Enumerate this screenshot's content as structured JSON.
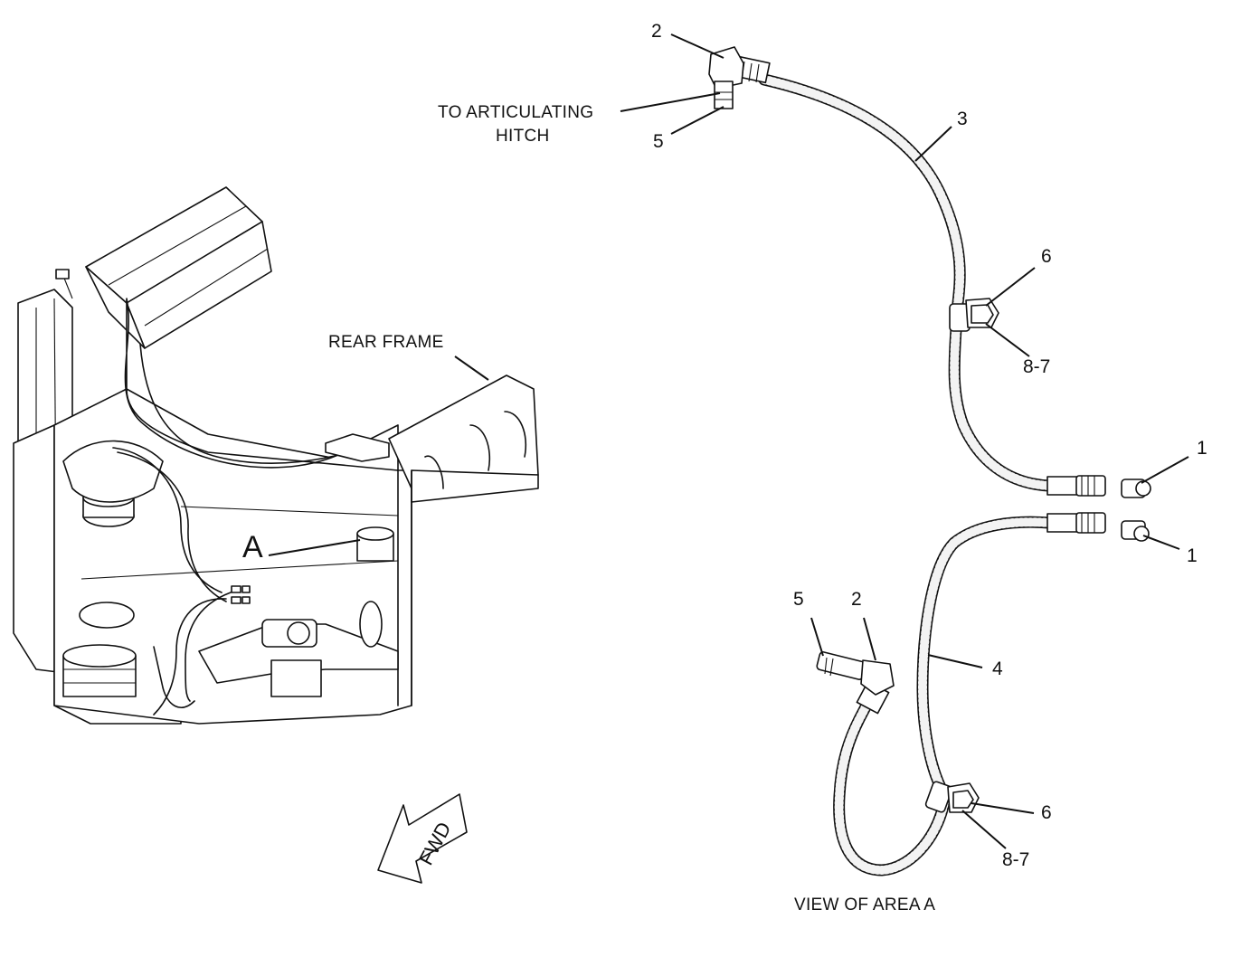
{
  "diagram": {
    "callouts": {
      "c2_top": "2",
      "c5_top": "5",
      "c3": "3",
      "c6_upper": "6",
      "c87_upper": "8-7",
      "c1_upper": "1",
      "c1_lower": "1",
      "c5_view": "5",
      "c2_view": "2",
      "c4": "4",
      "c6_lower": "6",
      "c87_lower": "8-7"
    },
    "notes": {
      "articulating_line1": "TO ARTICULATING",
      "articulating_line2": "HITCH",
      "rear_frame": "REAR FRAME",
      "area_marker": "A",
      "view_title": "VIEW OF AREA A",
      "fwd_arrow": "FWD"
    }
  }
}
